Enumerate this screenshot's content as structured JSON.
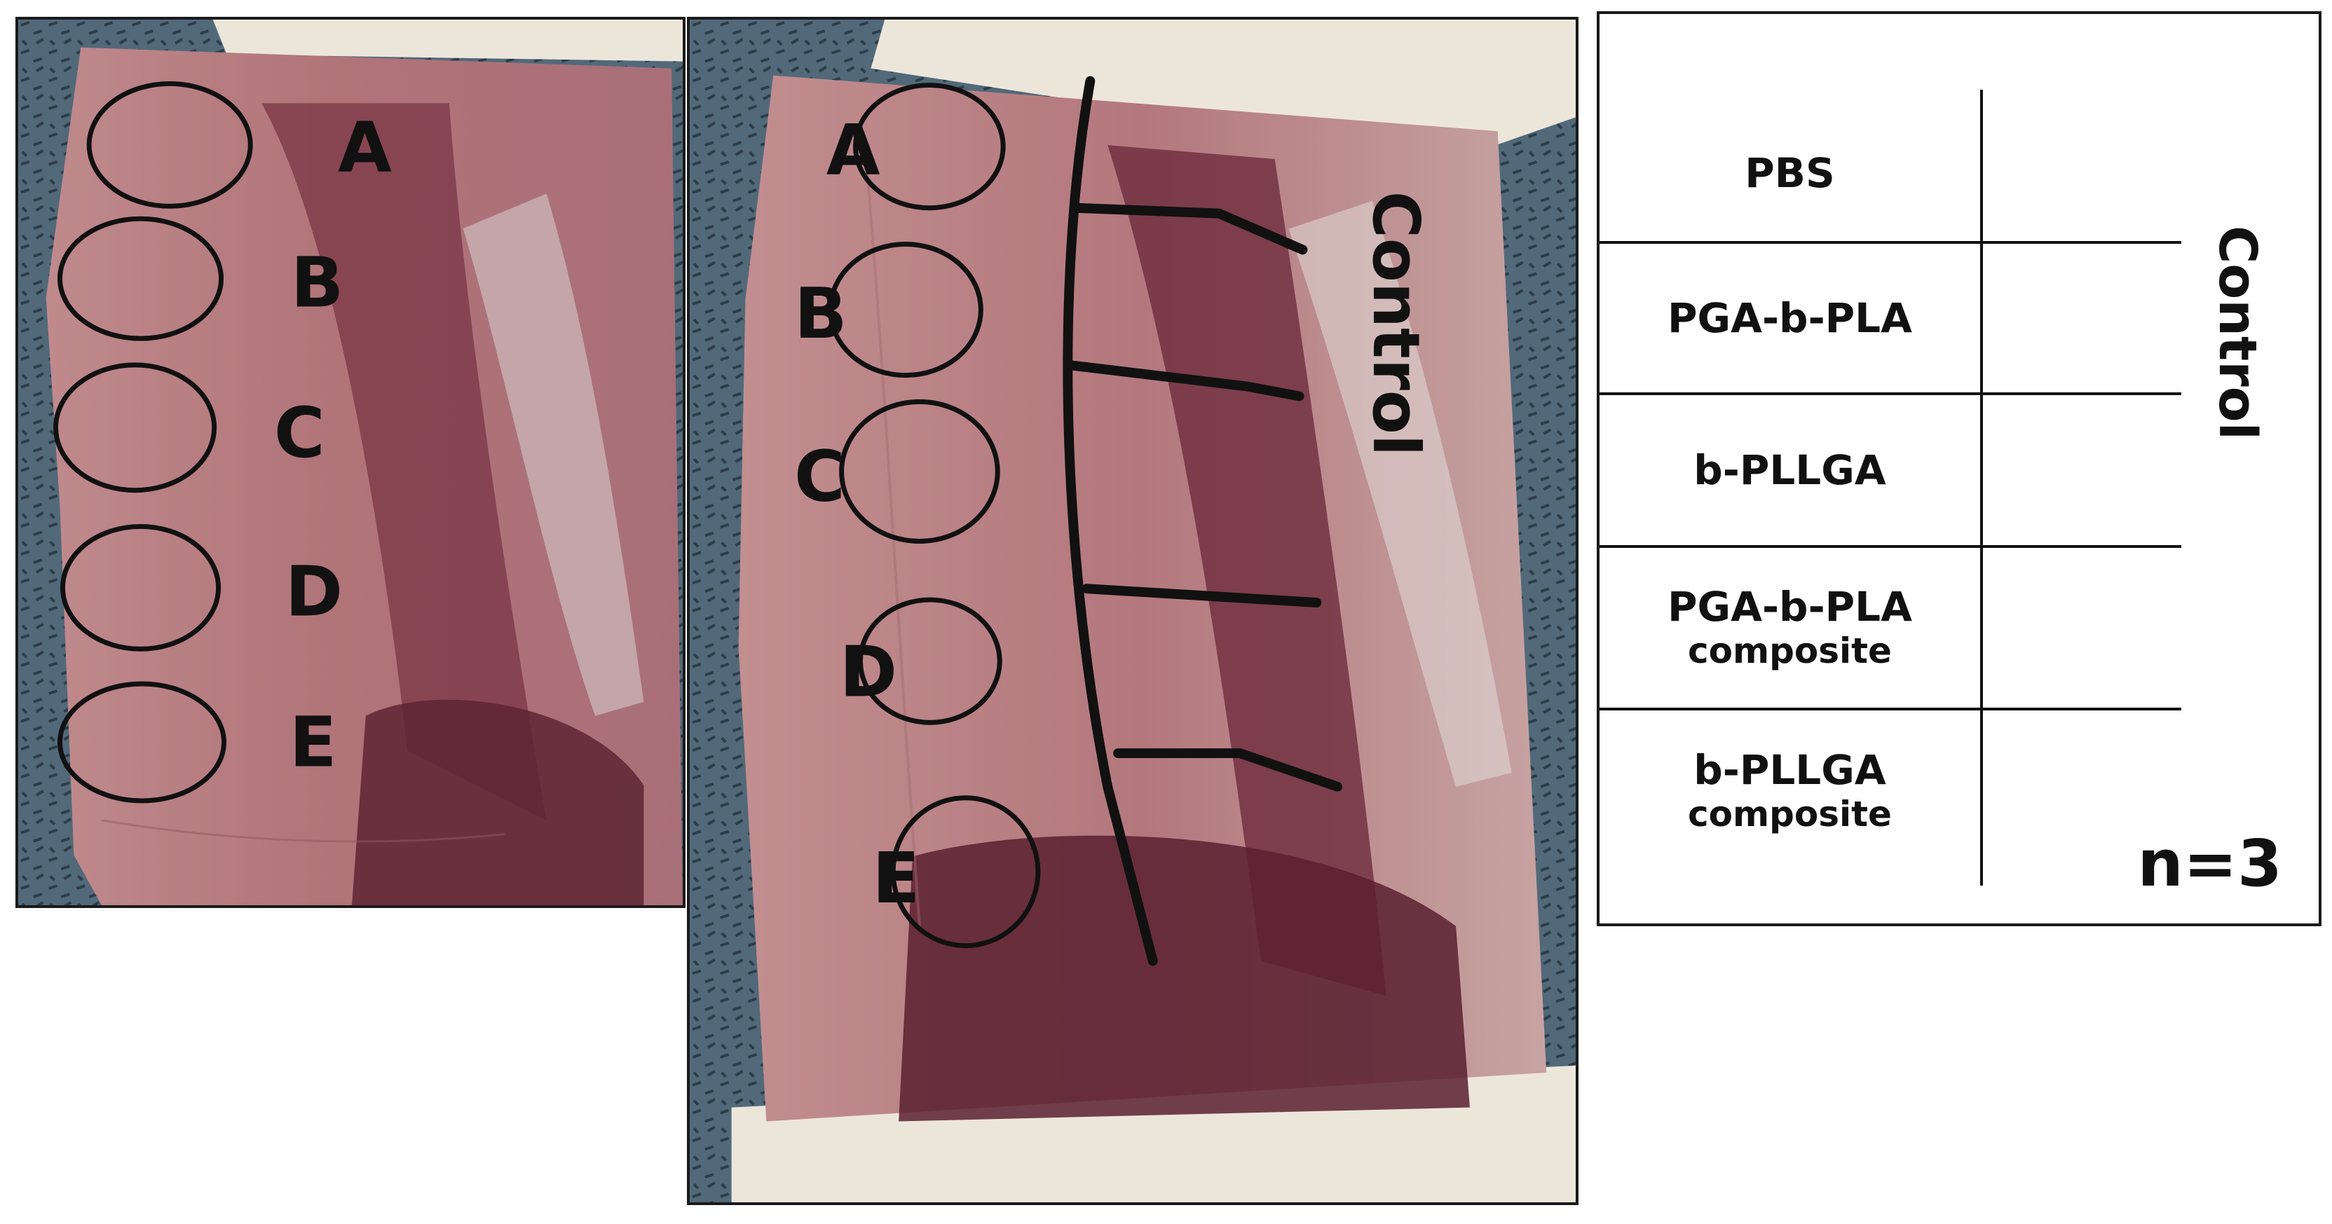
{
  "photos": {
    "left": {
      "site_labels": [
        "A",
        "B",
        "C",
        "D",
        "E"
      ]
    },
    "right": {
      "site_labels": [
        "A",
        "B",
        "C",
        "D",
        "E"
      ],
      "control_label": "Control"
    }
  },
  "legend": {
    "rows": [
      {
        "main": "PBS",
        "sub": ""
      },
      {
        "main": "PGA-b-PLA",
        "sub": ""
      },
      {
        "main": "b-PLLGA",
        "sub": ""
      },
      {
        "main": "PGA-b-PLA",
        "sub": "composite"
      },
      {
        "main": "b-PLLGA",
        "sub": "composite"
      }
    ],
    "control_label": "Control",
    "n_label": "n=3"
  },
  "colors": {
    "tissue": "#b77a80",
    "muscle": "#6e2f3d",
    "drape": "#4a6270",
    "fur": "#eee8dc",
    "ink": "#111111"
  }
}
